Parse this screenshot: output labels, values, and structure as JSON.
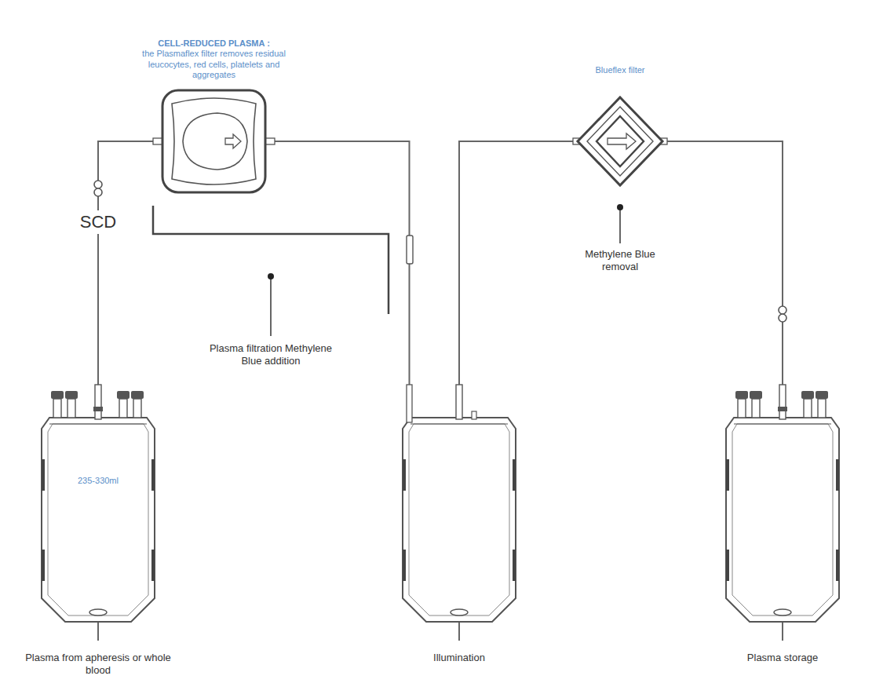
{
  "diagram": {
    "nodes": [
      {
        "text": [
          "235-330ml",
          "Plasma from apheresis or whole blood"
        ]
      },
      {
        "text": [
          "CELL-REDUCED PLASMA :",
          "the Plasmaflex filter removes residual leucocytes, red cells, platelets and aggregates"
        ]
      },
      {
        "text": [
          "Illumination"
        ]
      },
      {
        "text": [
          "Blueflex filter",
          "Methylene Blue removal"
        ]
      },
      {
        "text": [
          "Plasma storage"
        ]
      }
    ],
    "edges": [
      {
        "from": 0,
        "to": 1,
        "arrow": "none"
      },
      {
        "from": 1,
        "to": 2,
        "arrow": "none"
      },
      {
        "from": 2,
        "to": 3,
        "arrow": "none"
      },
      {
        "from": 3,
        "to": 4,
        "arrow": "none"
      }
    ],
    "labels": [
      "SCD",
      "Plasma filtration Methylene Blue addition"
    ]
  }
}
